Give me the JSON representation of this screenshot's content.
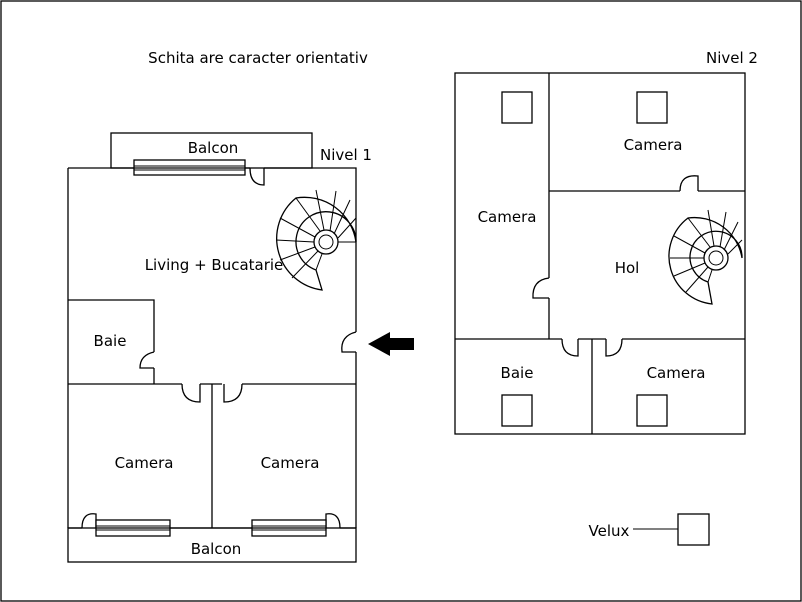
{
  "note": "Schita are caracter orientativ",
  "level1": {
    "title": "Nivel 1",
    "balcony_top": "Balcon",
    "balcony_bottom": "Balcon",
    "living": "Living + Bucatarie",
    "bath": "Baie",
    "room_left": "Camera",
    "room_right": "Camera"
  },
  "level2": {
    "title": "Nivel 2",
    "room_top_right": "Camera",
    "room_left": "Camera",
    "hall": "Hol",
    "bath": "Baie",
    "room_bottom_right": "Camera"
  },
  "legend": {
    "velux": "Velux"
  },
  "icons": [
    "entrance-arrow-icon",
    "spiral-stair-icon",
    "velux-window-icon",
    "door-swing-icon"
  ]
}
